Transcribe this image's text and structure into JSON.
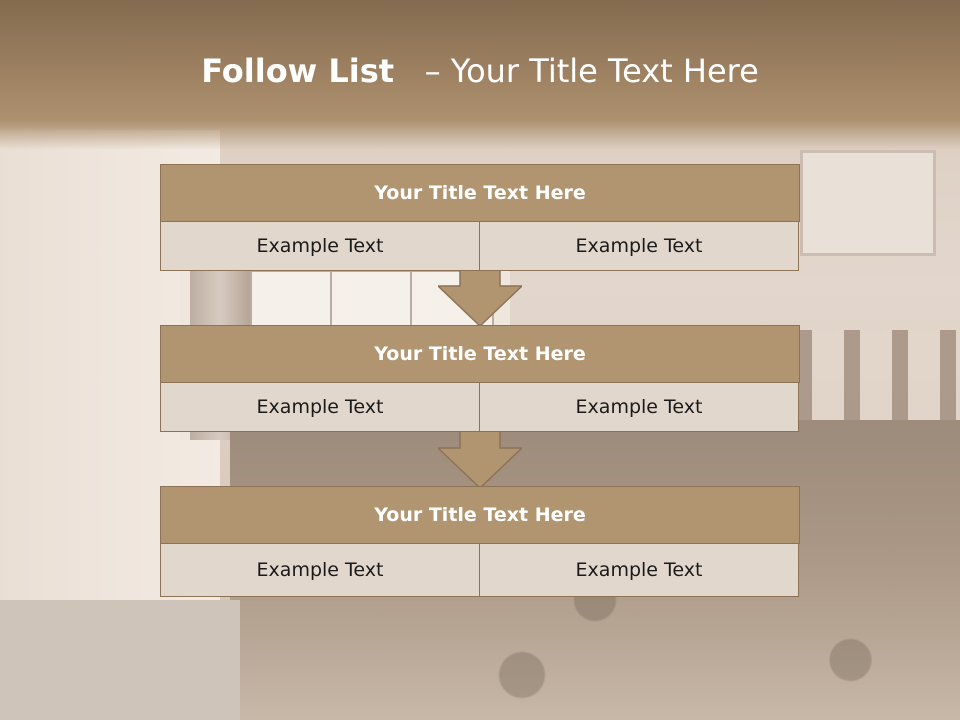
{
  "title": {
    "bold": "Follow List",
    "rest": "– Your Title Text Here"
  },
  "blocks": [
    {
      "heading": "Your Title Text Here",
      "left": "Example Text",
      "right": "Example Text"
    },
    {
      "heading": "Your Title Text Here",
      "left": "Example Text",
      "right": "Example Text"
    },
    {
      "heading": "Your Title Text Here",
      "left": "Example Text",
      "right": "Example Text"
    }
  ],
  "colors": {
    "banner": "#9b7f60",
    "header_fill": "#b19470",
    "cell_fill": "#e2d7cd",
    "arrow_fill": "#b19470"
  }
}
